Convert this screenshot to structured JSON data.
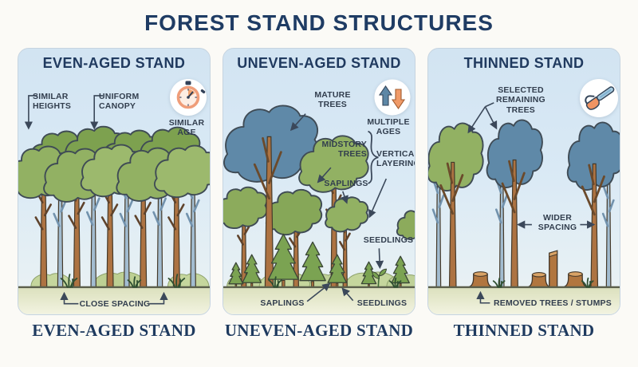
{
  "page": {
    "title": "FOREST STAND STRUCTURES"
  },
  "panels": [
    {
      "id": "even-aged",
      "title": "EVEN-AGED STAND",
      "caption": "EVEN-AGED STAND",
      "icon": "stopwatch-icon",
      "labels": {
        "similar_heights": "SIMILAR\nHEIGHTS",
        "uniform_canopy": "UNIFORM\nCANOPY",
        "similar_age": "SIMILAR\nAGE",
        "close_spacing": "CLOSE SPACING"
      }
    },
    {
      "id": "uneven-aged",
      "title": "UNEVEN-AGED STAND",
      "caption": "UNEVEN-AGED STAND",
      "icon": "multiple-ages-icon",
      "labels": {
        "mature_trees": "MATURE\nTREES",
        "multiple_ages": "MULTIPLE\nAGES",
        "midstory_trees": "MIDSTORY\nTREES",
        "vertical_layering": "VERTICAL\nLAYERING",
        "saplings_upper": "SAPLINGS",
        "seedlings_upper": "SEEDLINGS",
        "saplings_lower": "SAPLINGS",
        "seedlings_lower": "SEEDLINGS"
      }
    },
    {
      "id": "thinned",
      "title": "THINNED STAND",
      "caption": "THINNED STAND",
      "icon": "chainsaw-icon",
      "labels": {
        "selected_remaining": "SELECTED\nREMAINING\nTREES",
        "wider_spacing": "WIDER\nSPACING",
        "removed_stumps": "REMOVED TREES / STUMPS"
      }
    }
  ],
  "palette": {
    "title_navy": "#1f3c64",
    "label_ink": "#323e4e",
    "panel_sky": "#d5e6f3",
    "ground_beige": "#e7ead0",
    "canopy_green": "#92b163",
    "canopy_green_dark": "#7da14f",
    "canopy_blue": "#5f89a8",
    "trunk_brown": "#ad7342",
    "trunk_gray_blue": "#a2bcd0",
    "accent_orange": "#f09a68",
    "stopwatch_rim": "#ef9d79"
  }
}
